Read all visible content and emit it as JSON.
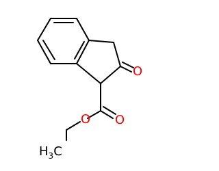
{
  "molecule": {
    "atoms": {
      "ketone_oxygen": "O",
      "ester_carbonyl_oxygen": "O",
      "ester_ether_oxygen": "O",
      "methyl_carbon": "H",
      "methyl_subscript": "3",
      "methyl_c": "C"
    },
    "colors": {
      "oxygen": "#ff0000",
      "bond": "#000000",
      "carbon_text": "#000000"
    }
  }
}
